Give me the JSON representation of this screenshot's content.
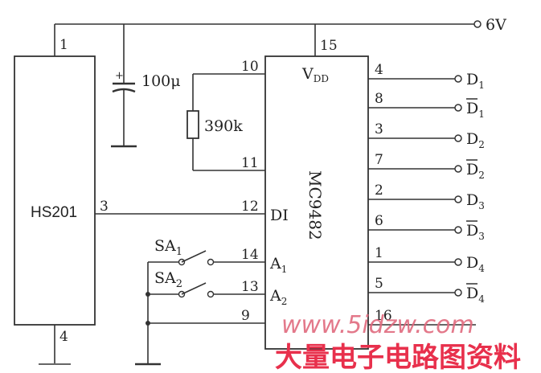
{
  "supply": {
    "label": "6V"
  },
  "capacitor": {
    "value": "100μ",
    "polarity": "+"
  },
  "resistor": {
    "value": "390k"
  },
  "hs201": {
    "name": "HS201",
    "pin_top": "1",
    "pin_out": "3",
    "pin_bottom": "4"
  },
  "mc9482": {
    "name": "MC9482",
    "vdd_label": "V",
    "vdd_sub": "DD",
    "pin_vdd": "15",
    "left_pins": [
      {
        "num": "10",
        "label": ""
      },
      {
        "num": "11",
        "label": ""
      },
      {
        "num": "12",
        "label": "DI"
      },
      {
        "num": "14",
        "label": "A",
        "sub": "1"
      },
      {
        "num": "13",
        "label": "A",
        "sub": "2"
      },
      {
        "num": "9",
        "label": ""
      }
    ],
    "right_pins": [
      {
        "num": "4",
        "label": "D",
        "sub": "1",
        "bar": false
      },
      {
        "num": "8",
        "label": "D",
        "sub": "1",
        "bar": true
      },
      {
        "num": "3",
        "label": "D",
        "sub": "2",
        "bar": false
      },
      {
        "num": "7",
        "label": "D",
        "sub": "2",
        "bar": true
      },
      {
        "num": "2",
        "label": "D",
        "sub": "3",
        "bar": false
      },
      {
        "num": "6",
        "label": "D",
        "sub": "3",
        "bar": true
      },
      {
        "num": "1",
        "label": "D",
        "sub": "4",
        "bar": false
      },
      {
        "num": "5",
        "label": "D",
        "sub": "4",
        "bar": true
      }
    ],
    "pin_bottom_right": "16"
  },
  "switches": [
    {
      "name": "SA",
      "sub": "1"
    },
    {
      "name": "SA",
      "sub": "2"
    }
  ],
  "watermark": {
    "url": "www.5idzw.com",
    "cn": "大量电子电路图资料"
  }
}
